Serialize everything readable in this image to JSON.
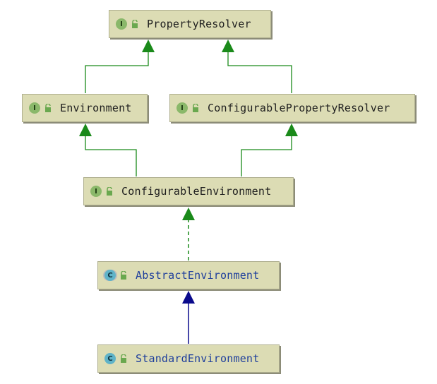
{
  "diagram": {
    "nodes": [
      {
        "id": "property-resolver",
        "name": "PropertyResolver",
        "kind": "I"
      },
      {
        "id": "environment",
        "name": "Environment",
        "kind": "I"
      },
      {
        "id": "configurable-property-resolver",
        "name": "ConfigurablePropertyResolver",
        "kind": "I"
      },
      {
        "id": "configurable-environment",
        "name": "ConfigurableEnvironment",
        "kind": "I"
      },
      {
        "id": "abstract-environment",
        "name": "AbstractEnvironment",
        "kind": "C"
      },
      {
        "id": "standard-environment",
        "name": "StandardEnvironment",
        "kind": "C"
      }
    ],
    "edges": [
      {
        "from": "environment",
        "to": "property-resolver",
        "type": "extends-interface"
      },
      {
        "from": "configurable-property-resolver",
        "to": "property-resolver",
        "type": "extends-interface"
      },
      {
        "from": "configurable-environment",
        "to": "environment",
        "type": "extends-interface"
      },
      {
        "from": "configurable-environment",
        "to": "configurable-property-resolver",
        "type": "extends-interface"
      },
      {
        "from": "abstract-environment",
        "to": "configurable-environment",
        "type": "implements"
      },
      {
        "from": "standard-environment",
        "to": "abstract-environment",
        "type": "extends-class"
      }
    ],
    "colors": {
      "node_fill": "#dcdcb4",
      "interface_edge": "#1a8a1a",
      "class_edge": "#0a0a8c",
      "interface_label": "#1e1e1e",
      "class_label": "#1f3f9c"
    }
  }
}
